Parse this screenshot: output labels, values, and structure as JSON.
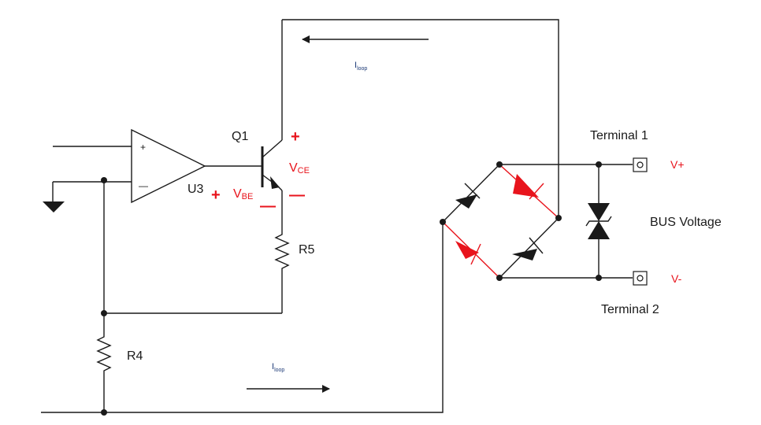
{
  "labels": {
    "q1": "Q1",
    "u3": "U3",
    "r4": "R4",
    "r5": "R5",
    "vce_main": "V",
    "vce_sub": "CE",
    "vbe_main": "V",
    "vbe_sub": "BE",
    "terminal1": "Terminal 1",
    "terminal2": "Terminal 2",
    "vplus": "V+",
    "vminus": "V-",
    "bus_voltage": "BUS Voltage",
    "opamp_plus": "+",
    "opamp_minus": "—",
    "vce_plus": "+",
    "vce_minus": "—",
    "vbe_plus": "+",
    "vbe_minus": "—"
  },
  "iloop": {
    "main": "I",
    "sub": "loop"
  },
  "colors": {
    "wire": "#1a1a1a",
    "highlight": "#e8141c",
    "current_label": "#1f3c78"
  }
}
